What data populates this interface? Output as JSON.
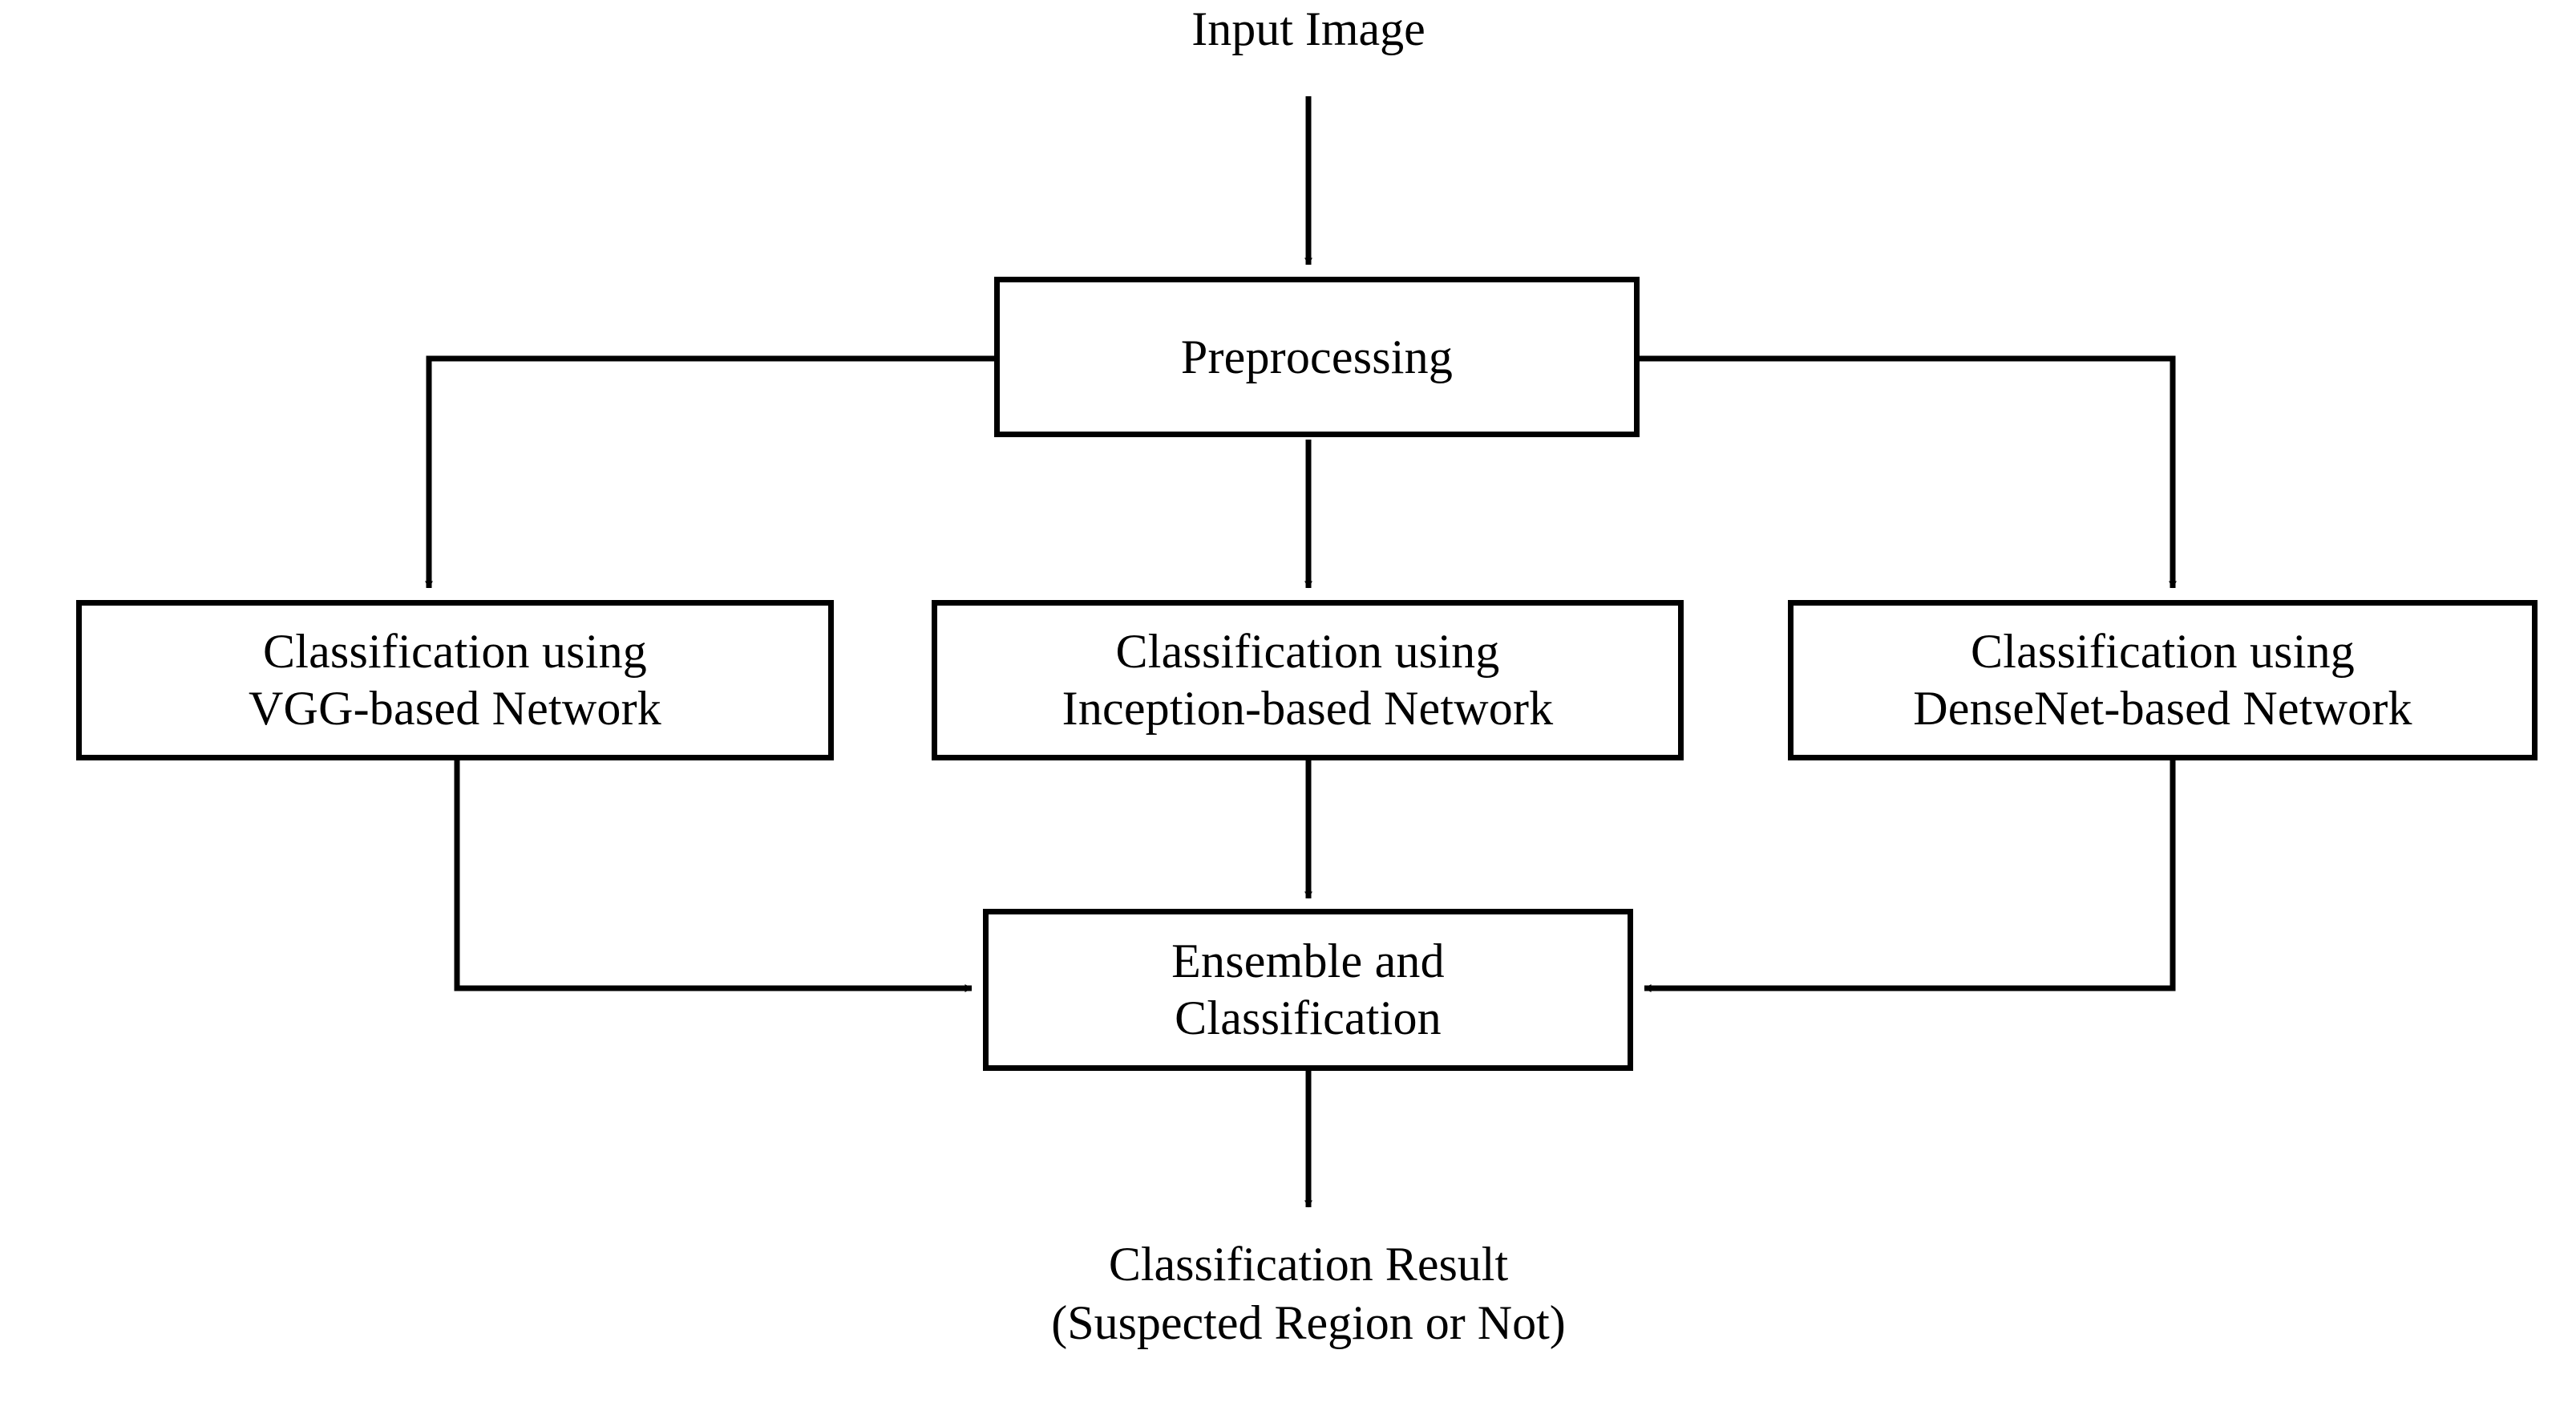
{
  "diagram": {
    "title": "Ensemble classification pipeline flowchart",
    "background_color": "#ffffff",
    "stroke_color": "#000000"
  },
  "nodes": {
    "input_image": {
      "label": "Input Image",
      "shape": "text"
    },
    "preprocessing": {
      "label": "Preprocessing",
      "shape": "rectangle"
    },
    "vgg_branch": {
      "line1": "Classification using",
      "line2": "VGG-based Network",
      "shape": "rectangle"
    },
    "inception_branch": {
      "line1": "Classification using",
      "line2": "Inception-based Network",
      "shape": "rectangle"
    },
    "densenet_branch": {
      "line1": "Classification using",
      "line2": "DenseNet-based Network",
      "shape": "rectangle"
    },
    "ensemble": {
      "line1": "Ensemble and",
      "line2": "Classification",
      "shape": "rectangle"
    },
    "result": {
      "line1": "Classification Result",
      "line2": "(Suspected Region or Not)",
      "shape": "text"
    }
  },
  "edges": [
    {
      "name": "input-to-preprocessing",
      "from": "input_image",
      "to": "preprocessing",
      "style": "straight-down",
      "arrow": "end"
    },
    {
      "name": "preprocessing-to-vgg",
      "from": "preprocessing",
      "to": "vgg_branch",
      "style": "left-elbow",
      "arrow": "end"
    },
    {
      "name": "preprocessing-to-inception",
      "from": "preprocessing",
      "to": "inception_branch",
      "style": "straight-down",
      "arrow": "end"
    },
    {
      "name": "preprocessing-to-densenet",
      "from": "preprocessing",
      "to": "densenet_branch",
      "style": "right-elbow",
      "arrow": "end"
    },
    {
      "name": "vgg-to-ensemble",
      "from": "vgg_branch",
      "to": "ensemble",
      "style": "down-then-right",
      "arrow": "end"
    },
    {
      "name": "inception-to-ensemble",
      "from": "inception_branch",
      "to": "ensemble",
      "style": "straight-down",
      "arrow": "end"
    },
    {
      "name": "densenet-to-ensemble",
      "from": "densenet_branch",
      "to": "ensemble",
      "style": "down-then-left",
      "arrow": "end"
    },
    {
      "name": "ensemble-to-result",
      "from": "ensemble",
      "to": "result",
      "style": "straight-down",
      "arrow": "end"
    }
  ]
}
